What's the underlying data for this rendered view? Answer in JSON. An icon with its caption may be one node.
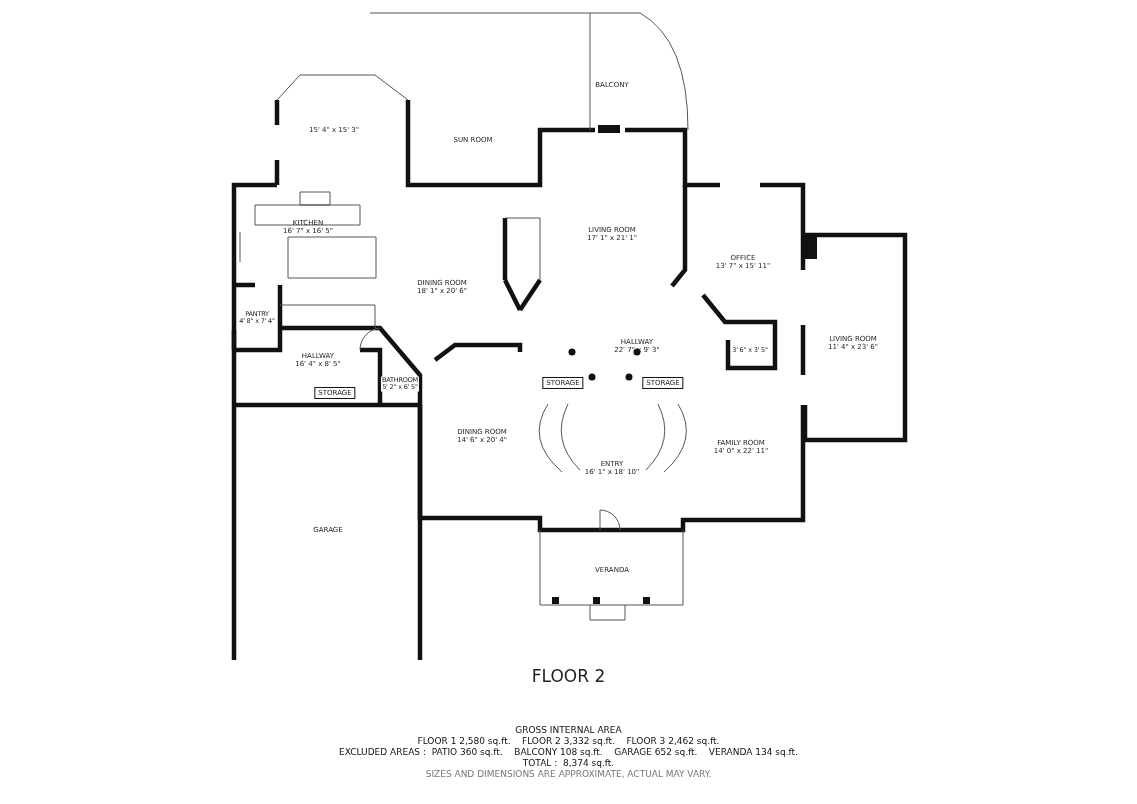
{
  "diagram": {
    "title": "FLOOR 2",
    "nodes": [
      {
        "text": [
          "15' 4\" x 15' 3\""
        ]
      },
      {
        "text": [
          "SUN ROOM"
        ]
      },
      {
        "text": [
          "BALCONY"
        ]
      },
      {
        "text": [
          "KITCHEN",
          "16' 7\" x 16' 5\""
        ]
      },
      {
        "text": [
          "LIVING ROOM",
          "17' 1\" x 21' 1\""
        ]
      },
      {
        "text": [
          "OFFICE",
          "13' 7\" x 15' 11\""
        ]
      },
      {
        "text": [
          "LIVING ROOM",
          "11' 4\" x 23' 6\""
        ]
      },
      {
        "text": [
          "DINING ROOM",
          "18' 1\" x 20' 6\""
        ]
      },
      {
        "text": [
          "PANTRY",
          "4' 8\" x 7' 4\""
        ]
      },
      {
        "text": [
          "HALLWAY",
          "22' 7\" x 9' 3\""
        ]
      },
      {
        "text": [
          "3' 6\" x 3' 5\""
        ]
      },
      {
        "text": [
          "HALLWAY",
          "16' 4\" x 8' 5\""
        ]
      },
      {
        "text": [
          "BATHROOM",
          "5' 2\" x 6' 5\""
        ]
      },
      {
        "text": [
          "STORAGE"
        ]
      },
      {
        "text": [
          "STORAGE"
        ]
      },
      {
        "text": [
          "STORAGE"
        ]
      },
      {
        "text": [
          "DINING ROOM",
          "14' 6\" x 20' 4\""
        ]
      },
      {
        "text": [
          "FAMILY ROOM",
          "14' 0\" x 22' 11\""
        ]
      },
      {
        "text": [
          "ENTRY",
          "16' 1\" x 18' 10\""
        ]
      },
      {
        "text": [
          "GARAGE"
        ]
      },
      {
        "text": [
          "VERANDA"
        ]
      }
    ],
    "labels": [
      "GROSS INTERNAL AREA",
      "FLOOR 1 2,580 sq.ft.    FLOOR 2 3,332 sq.ft.    FLOOR 3 2,462 sq.ft.",
      "EXCLUDED AREAS :  PATIO 360 sq.ft.    BALCONY 108 sq.ft.    GARAGE 652 sq.ft.    VERANDA 134 sq.ft.",
      "TOTAL :  8,374 sq.ft.",
      "SIZES AND DIMENSIONS ARE APPROXIMATE, ACTUAL MAY VARY."
    ]
  }
}
